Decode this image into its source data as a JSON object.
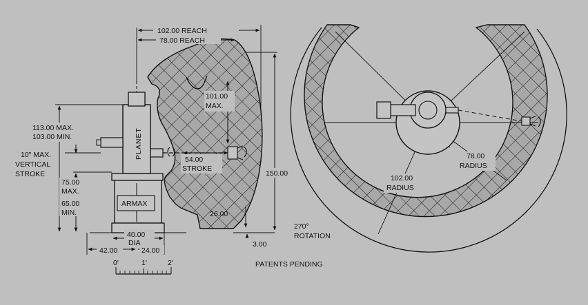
{
  "labels": {
    "reach_102": "102.00 REACH",
    "reach_78": "78.00 REACH",
    "height_113": "113.00 MAX.",
    "height_103": "103.00 MIN.",
    "vstroke_1": "10\" MAX.",
    "vstroke_2": "VERTICAL",
    "vstroke_3": "STROKE",
    "h75_1": "75.00",
    "h75_2": "MAX.",
    "h65_1": "65.00",
    "h65_2": "MIN.",
    "planet": "PLANET",
    "armax": "ARMAX",
    "dim_101_1": "101.00",
    "dim_101_2": "MAX.",
    "stroke_54_1": "54.00",
    "stroke_54_2": "STROKE",
    "dim_150": "150.00",
    "dim_26": "26.00",
    "dim_3": "3.00",
    "dia_1": "40.00",
    "dia_2": "DIA",
    "dim_42": "42.00",
    "dim_24": "24.00",
    "scale_0": "0'",
    "scale_1": "1'",
    "scale_2": "2'",
    "patents": "PATENTS PENDING",
    "rot_1": "270°",
    "rot_2": "ROTATION",
    "rad102_1": "102.00",
    "rad102_2": "RADIUS",
    "rad78_1": "78.00",
    "rad78_2": "RADIUS"
  },
  "colors": {
    "background": "#bfbfbf",
    "ink": "#111111",
    "hatch_fill": "#a9a9a9"
  }
}
